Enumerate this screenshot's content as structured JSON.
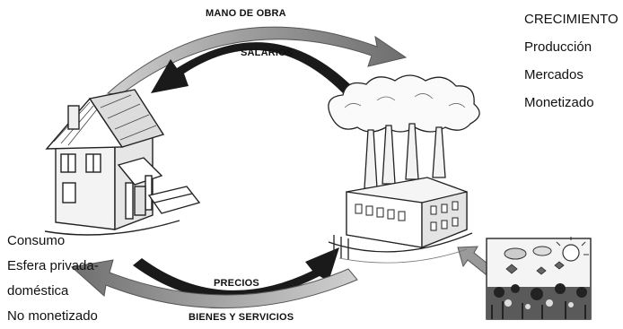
{
  "flows": {
    "top_outer": "MANO DE OBRA",
    "top_inner": "SALARIOS",
    "bottom_inner": "PRECIOS",
    "bottom_outer": "BIENES Y SERVICIOS"
  },
  "household": {
    "lines": [
      "Consumo",
      "Esfera privada-",
      "doméstica",
      "No monetizado"
    ]
  },
  "industry": {
    "lines": [
      "CRECIMIENTO",
      "Producción",
      "Mercados",
      "Monetizado"
    ]
  },
  "icons": {
    "house": "house-illustration",
    "factory": "factory-illustration",
    "nature": "nature-drawing"
  },
  "colors": {
    "arrow_dark": "#1a1a1a",
    "arrow_gray": "#8a8a8a",
    "ink": "#222222"
  }
}
